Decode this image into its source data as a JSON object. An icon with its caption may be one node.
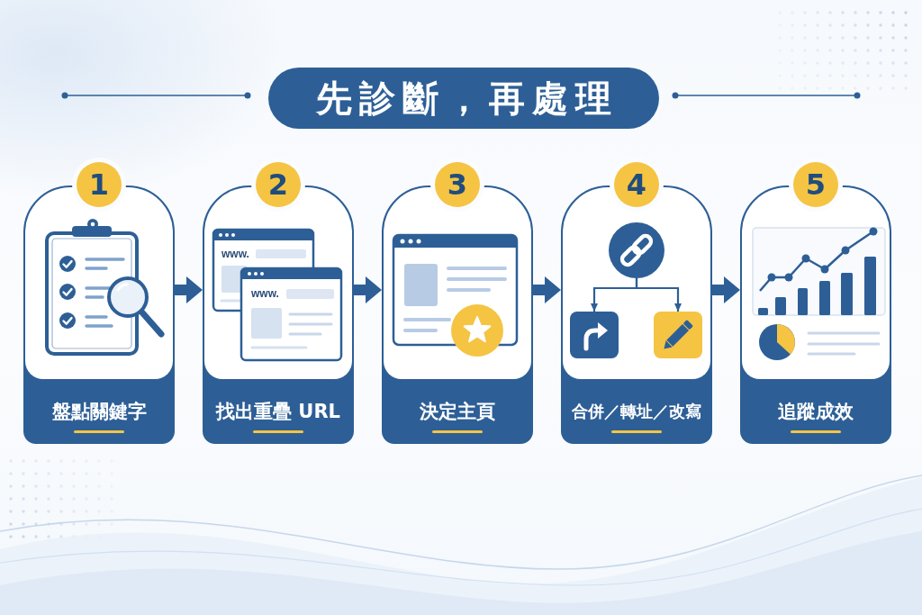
{
  "diagram": {
    "title": "先診斷，再處理",
    "nodes": [
      {
        "text": [
          "1",
          "盤點關鍵字"
        ]
      },
      {
        "text": [
          "2",
          "找出重疊 URL"
        ]
      },
      {
        "text": [
          "3",
          "決定主頁"
        ]
      },
      {
        "text": [
          "4",
          "合併／轉址／改寫"
        ]
      },
      {
        "text": [],
        "shape": "circle",
        "in": 3
      },
      {
        "text": [],
        "shape": "box",
        "in": 3
      },
      {
        "text": [],
        "shape": "box",
        "in": 3
      },
      {
        "text": [
          "5",
          "追蹤成效"
        ]
      }
    ],
    "edges": [
      {
        "from": 0,
        "to": 1,
        "arrow": "to"
      },
      {
        "from": 1,
        "to": 2,
        "arrow": "to"
      },
      {
        "from": 2,
        "to": 3,
        "arrow": "to"
      },
      {
        "from": 3,
        "to": 7,
        "arrow": "to"
      },
      {
        "from": 4,
        "to": 5,
        "arrow": "to"
      },
      {
        "from": 4,
        "to": 6,
        "arrow": "to"
      }
    ],
    "labels": [
      "www.",
      "www."
    ]
  }
}
